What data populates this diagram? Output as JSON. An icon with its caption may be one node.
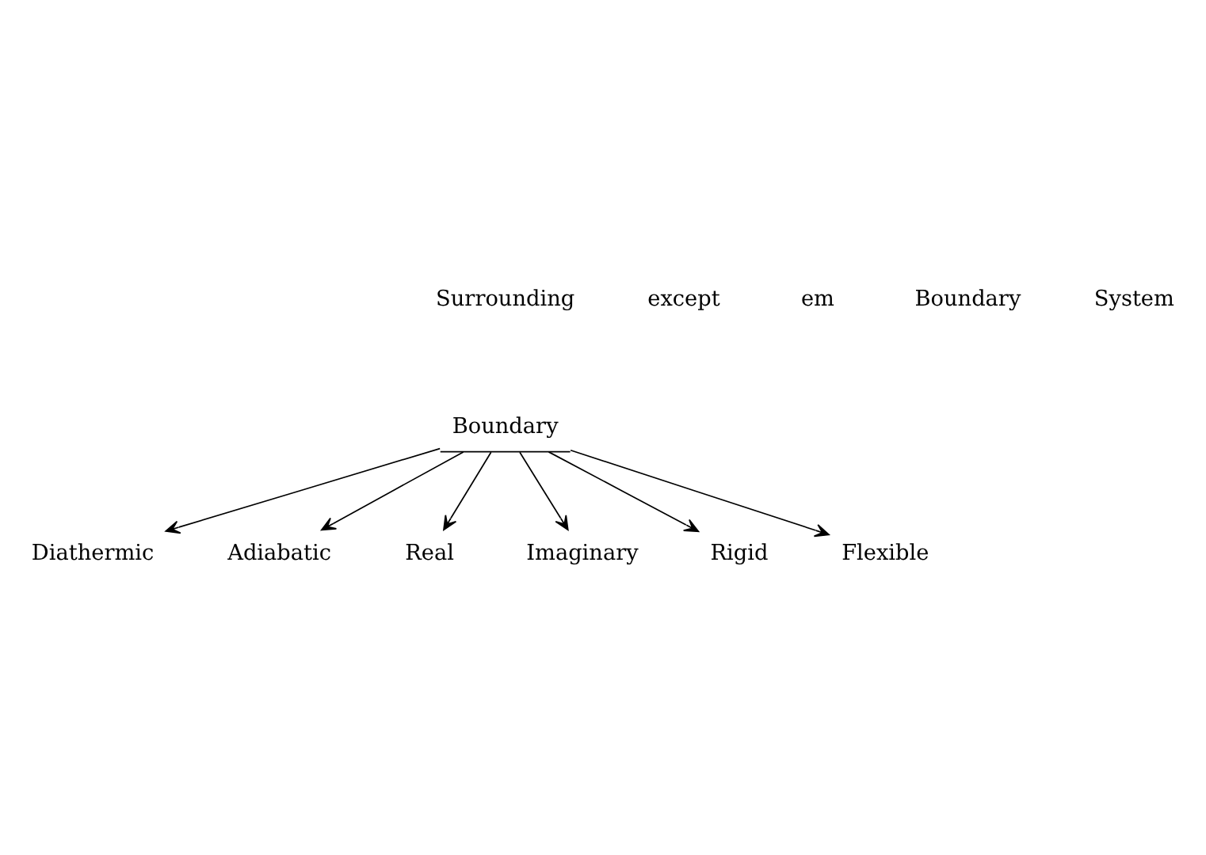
{
  "diagram": {
    "nodes": [
      {
        "text": [
          "Boundary"
        ]
      },
      {
        "text": [
          "Diathermic"
        ]
      },
      {
        "text": [
          "Adiabatic"
        ]
      },
      {
        "text": [
          "Real"
        ]
      },
      {
        "text": [
          "Imaginary"
        ]
      },
      {
        "text": [
          "Rigid"
        ]
      },
      {
        "text": [
          "Flexible"
        ]
      }
    ],
    "edges": [
      {
        "from": 0,
        "to": 1,
        "arrow": "to"
      },
      {
        "from": 0,
        "to": 2,
        "arrow": "to"
      },
      {
        "from": 0,
        "to": 3,
        "arrow": "to"
      },
      {
        "from": 0,
        "to": 4,
        "arrow": "to"
      },
      {
        "from": 0,
        "to": 5,
        "arrow": "to"
      },
      {
        "from": 0,
        "to": 6,
        "arrow": "to"
      }
    ],
    "labels": [
      "except",
      "em",
      "Boundary",
      "System",
      "Surrounding"
    ]
  }
}
